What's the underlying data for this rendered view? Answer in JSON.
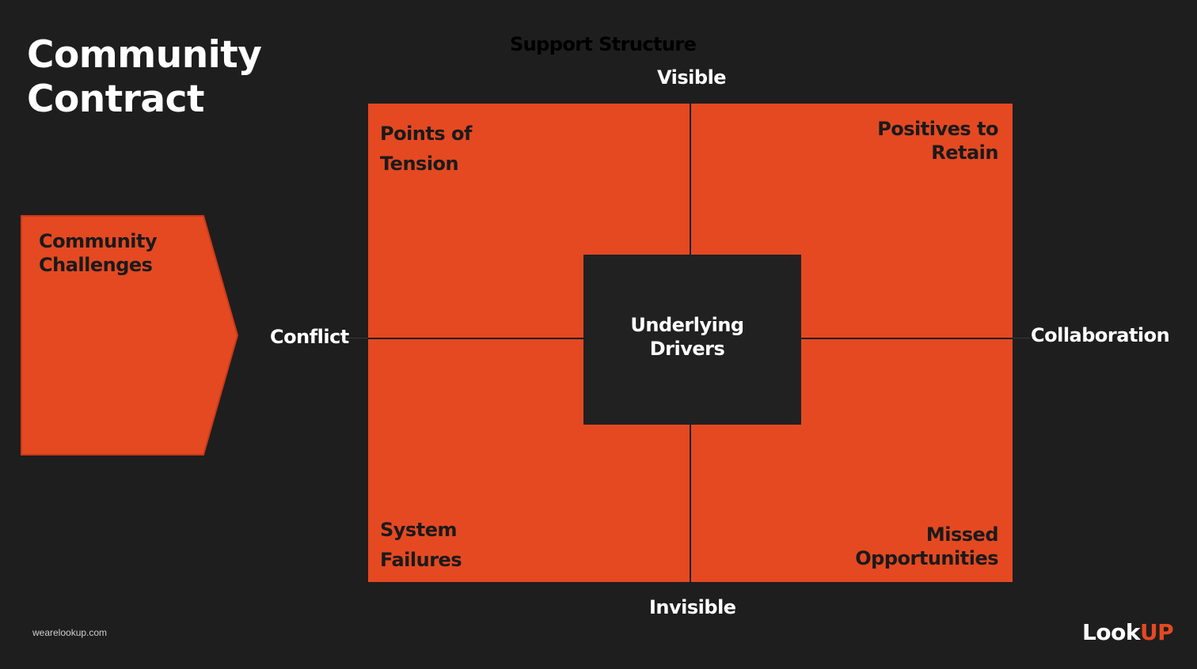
{
  "title": {
    "line1": "Community",
    "line2": "Contract"
  },
  "chevron": {
    "line1": "Community",
    "line2": "Challenges"
  },
  "axes": {
    "support": "Support Structure",
    "top": "Visible",
    "bottom": "Invisible",
    "left": "Conflict",
    "right": "Collaboration"
  },
  "quadrants": {
    "top_left": {
      "line1": "Points of",
      "line2": "Tension"
    },
    "top_right": {
      "line1": "Positives to",
      "line2": "Retain"
    },
    "bottom_left": {
      "line1": "System",
      "line2": "Failures"
    },
    "bottom_right": {
      "line1": "Missed",
      "line2": "Opportunities"
    }
  },
  "center": {
    "line1": "Underlying",
    "line2": "Drivers"
  },
  "footer": {
    "website": "wearelookup.com",
    "logo_part1": "Look",
    "logo_part2": "UP"
  },
  "colors": {
    "background": "#1e1e1e",
    "accent": "#e44922",
    "center_box": "#212121"
  }
}
